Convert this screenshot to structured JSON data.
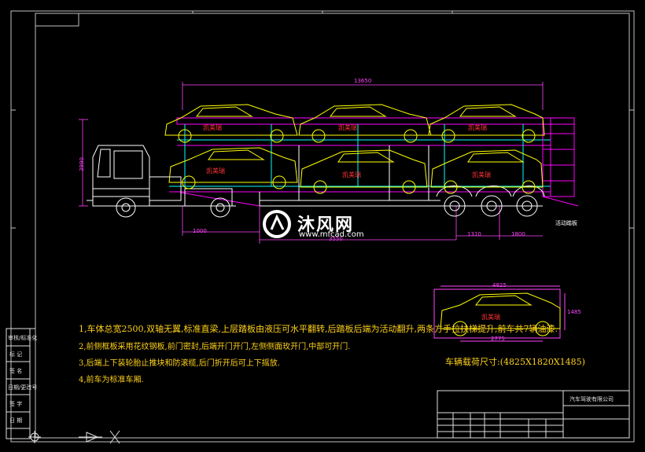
{
  "notes": [
    "1,车体总宽2500,双轴无翼,标准直梁,上层踏板由液压可水平翻转,后踏板后端为活动翻升,两条方手拉扶梯提升,前车共7辆油漆.",
    "2,前侧框板采用花纹钢板,前门密封,后端开门开门,左侧侧面玫开门,中部可开门.",
    "3,后端上下装轮胎止推块和防滚缆,后门折开后可上下摇放.",
    "4,前车为标准车厢."
  ],
  "dimensions": {
    "overall_length": "13650",
    "height": "3990",
    "front_overhang": "1000",
    "axle_spacing": "1310",
    "rear_overhang": "1800",
    "lower_base": "3550",
    "car_length": "4825",
    "car_height": "1485",
    "car_wheelbase": "2775"
  },
  "car_label": "凯美瑞",
  "spec_line": "车辆载荷尺寸:(4825X1820X1485)",
  "ramp_label": "活动踏板",
  "watermark": {
    "text": "沐风网",
    "url": "www.mfcad.com"
  },
  "title_block": {
    "company": "汽车驾驶有限公司"
  },
  "side_stamps": [
    "审核/标准化",
    "标 记",
    "签 名",
    "日期/更改号",
    "签 字",
    "日 期"
  ],
  "colors": {
    "background": "#000000",
    "frame": "#c0c0c0",
    "truck": "#ffffff",
    "car_outline": "#ffff00",
    "deck": "#ff00ff",
    "frame_lines": "#00ffff",
    "dim": "#ff44ff",
    "text": "#ffd21a",
    "car_label": "#ff3333"
  }
}
